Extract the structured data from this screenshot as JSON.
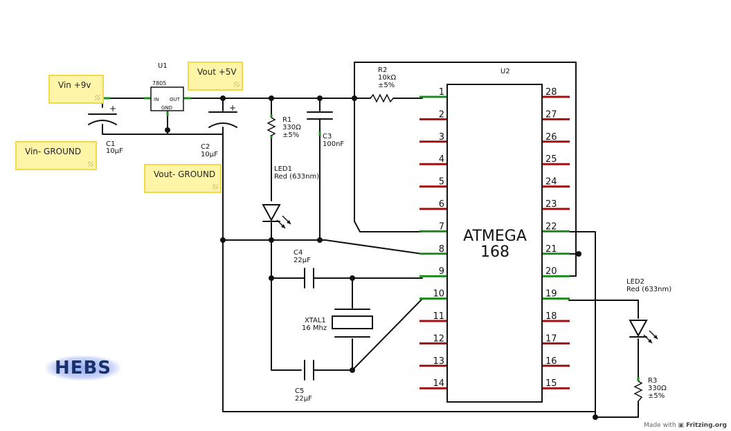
{
  "notes": {
    "vin_pos": "Vin +9v",
    "vout_pos": "Vout +5V",
    "vin_gnd": "Vin- GROUND",
    "vout_gnd": "Vout- GROUND"
  },
  "u1": {
    "ref": "U1",
    "part": "7805",
    "in": "IN",
    "out": "OUT",
    "gnd": "GND"
  },
  "c1": {
    "ref": "C1",
    "value": "10µF",
    "polarity": "+"
  },
  "c2": {
    "ref": "C2",
    "value": "10µF",
    "polarity": "+"
  },
  "r1": {
    "ref": "R1",
    "value": "330Ω",
    "tol": "±5%"
  },
  "c3": {
    "ref": "C3",
    "value": "100nF"
  },
  "r2": {
    "ref": "R2",
    "value": "10kΩ",
    "tol": "±5%"
  },
  "led1": {
    "ref": "LED1",
    "value": "Red (633nm)"
  },
  "c4": {
    "ref": "C4",
    "value": "22µF"
  },
  "c5": {
    "ref": "C5",
    "value": "22µF"
  },
  "xtal1": {
    "ref": "XTAL1",
    "value": "16 Mhz"
  },
  "u2": {
    "ref": "U2",
    "name1": "ATMEGA",
    "name2": "168",
    "left_pins": [
      "1",
      "2",
      "3",
      "4",
      "5",
      "6",
      "7",
      "8",
      "9",
      "10",
      "11",
      "12",
      "13",
      "14"
    ],
    "right_pins": [
      "28",
      "27",
      "26",
      "25",
      "24",
      "23",
      "22",
      "21",
      "20",
      "19",
      "18",
      "17",
      "16",
      "15"
    ]
  },
  "led2": {
    "ref": "LED2",
    "value": "Red (633nm)"
  },
  "r3": {
    "ref": "R3",
    "value": "330Ω",
    "tol": "±5%"
  },
  "logo": "HEBS",
  "credit": {
    "prefix": "Made with",
    "brand": "Fritzing.org"
  }
}
